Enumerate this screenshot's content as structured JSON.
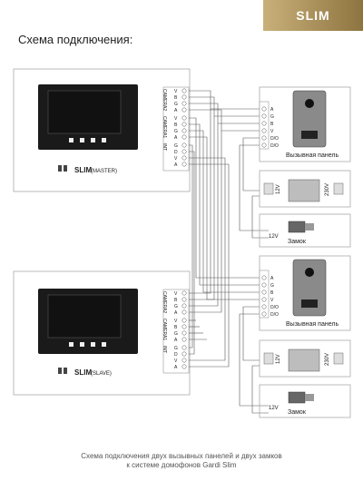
{
  "brand_badge": "SLIM",
  "title": "Схема подключения:",
  "master": {
    "model": "SLIM",
    "mode": "(MASTER)",
    "groups": [
      {
        "name": "CAMERA2",
        "pins": [
          "V",
          "B",
          "G",
          "A"
        ]
      },
      {
        "name": "CAMERA1",
        "pins": [
          "V",
          "B",
          "G",
          "A"
        ]
      },
      {
        "name": "INT",
        "pins": [
          "G",
          "D",
          "V",
          "A"
        ]
      }
    ]
  },
  "slave": {
    "model": "SLIM",
    "mode": "(SLAVE)",
    "groups": [
      {
        "name": "CAMERA2",
        "pins": [
          "V",
          "B",
          "G",
          "A"
        ]
      },
      {
        "name": "CAMERA1",
        "pins": [
          "V",
          "B",
          "G",
          "A"
        ]
      },
      {
        "name": "INT",
        "pins": [
          "G",
          "D",
          "V",
          "A"
        ]
      }
    ]
  },
  "panels": [
    {
      "terminals": [
        "A",
        "G",
        "B",
        "V",
        "D/O",
        "D/O"
      ],
      "label": "Вызывная панель"
    },
    {
      "terminals": [
        "A",
        "G",
        "B",
        "V",
        "D/O",
        "D/O"
      ],
      "label": "Вызывная панель"
    }
  ],
  "power_units": [
    {
      "dc_label": "12V",
      "ac_label": "230V"
    },
    {
      "dc_label": "12V",
      "ac_label": "230V"
    }
  ],
  "locks": [
    {
      "voltage_label": "12V",
      "label": "Замок"
    },
    {
      "voltage_label": "12V",
      "label": "Замок"
    }
  ],
  "caption": [
    "Схема подключения двух вызывных панелей и двух замков",
    "к системе домофонов Gardi Slim"
  ]
}
